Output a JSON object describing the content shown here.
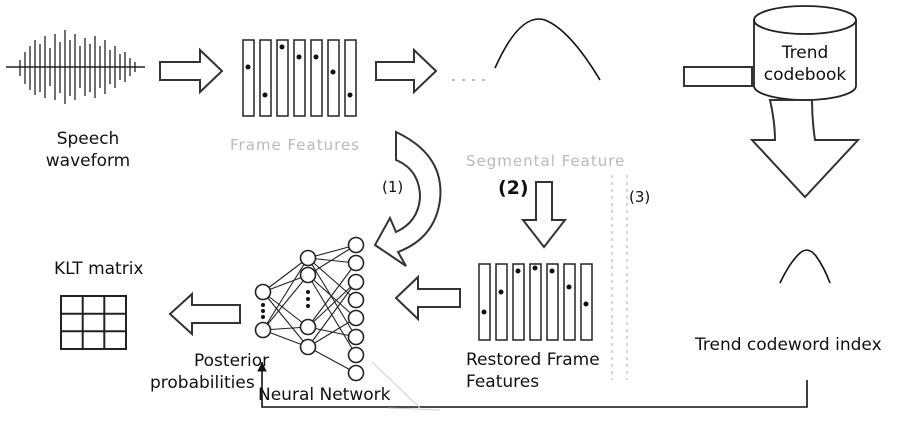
{
  "labels": {
    "speech_waveform_1": "Speech",
    "speech_waveform_2": "waveform",
    "frame_features": "Frame Features",
    "segmental_feature": "Segmental Feature",
    "trend_codebook_1": "Trend",
    "trend_codebook_2": "codebook",
    "step_1": "(1)",
    "step_2": "(2)",
    "step_3": "(3)",
    "klt_matrix": "KLT matrix",
    "posterior_1": "Posterior",
    "posterior_2": "probabilities",
    "neural_network": "Neural Network",
    "restored_1": "Restored Frame",
    "restored_2": "Features",
    "trend_codeword_index": "Trend codeword index"
  }
}
